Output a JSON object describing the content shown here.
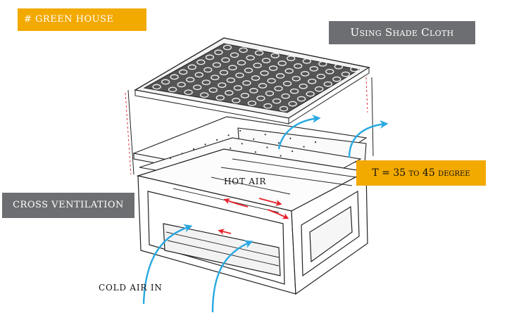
{
  "labels": {
    "title": "# GREEN HOUSE",
    "shade_cloth": "Using Shade Cloth",
    "temperature": "T = 35 to 45 degree",
    "cross_ventilation": "CROSS VENTILATION",
    "hot_air": "HOT AIR",
    "cold_air": "COLD AIR IN"
  },
  "colors": {
    "accent_orange": "#f2a900",
    "tag_gray": "#6d6e71",
    "cold_air_arrow": "#29a9e1",
    "hot_air_arrow": "#e8202a",
    "outline": "#222222",
    "dashed_guide": "#d4202a"
  }
}
